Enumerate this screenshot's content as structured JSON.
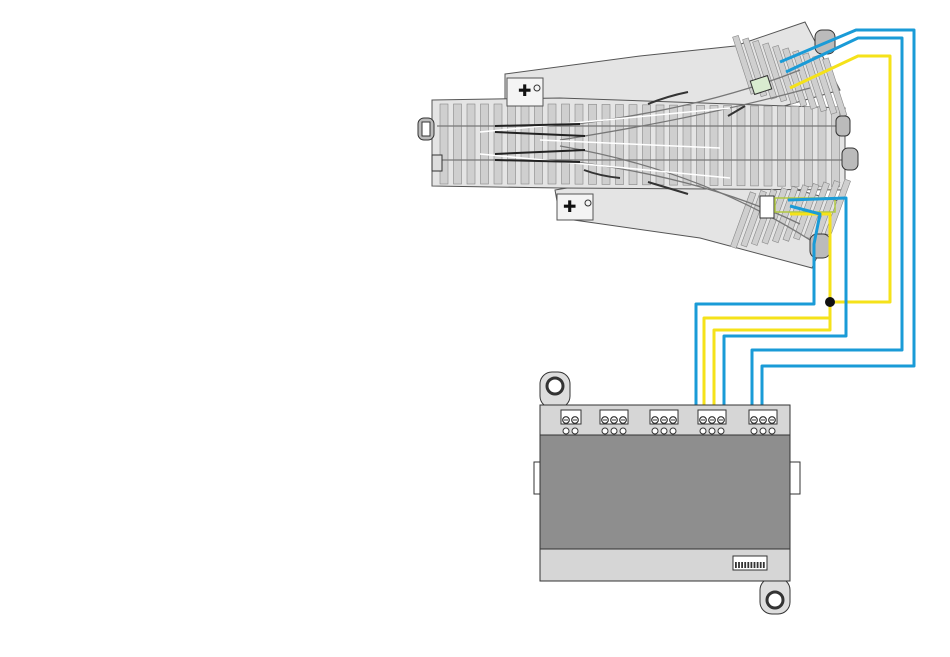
{
  "diagram": {
    "components": {
      "track_switch": "three-way-turnout-track",
      "decoder": "switch-decoder-module",
      "terminal_blocks": 5,
      "terminals_per_block": 3,
      "dip_switch_positions": 10
    },
    "wires": [
      {
        "id": "wire-blue-straight",
        "color": "#1a9bd7",
        "from": "terminal-block-5",
        "to": "upper-point-motor"
      },
      {
        "id": "wire-blue-upper",
        "color": "#1a9bd7",
        "from": "terminal-block-5",
        "to": "upper-point-motor"
      },
      {
        "id": "wire-yellow-common",
        "color": "#f5e21a",
        "from": "terminal-block-4",
        "to": "junction-node"
      },
      {
        "id": "wire-blue-lower-1",
        "color": "#1a9bd7",
        "from": "terminal-block-4",
        "to": "lower-point-motor"
      },
      {
        "id": "wire-blue-lower-2",
        "color": "#1a9bd7",
        "from": "terminal-block-4",
        "to": "lower-point-motor"
      }
    ],
    "colors": {
      "blue_wire": "#1a9bd7",
      "yellow_wire": "#f5e21a",
      "track_fill": "#e4e4e4",
      "sleeper": "#cfcfcf",
      "decoder_body": "#8e8e8e",
      "decoder_panel": "#d6d6d6",
      "outline": "#333333"
    }
  }
}
